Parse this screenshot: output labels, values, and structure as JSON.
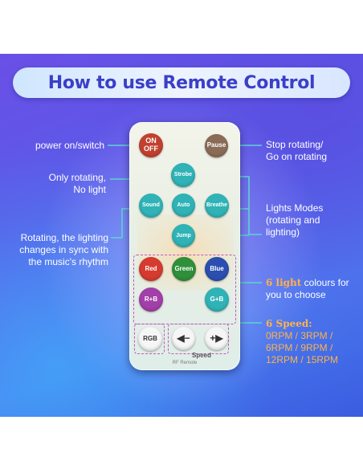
{
  "title": "How to use Remote Control",
  "remote": {
    "buttons": {
      "on_off_line1": "ON",
      "on_off_line2": "OFF",
      "pause": "Pause",
      "strobe": "Strobe",
      "sound": "Sound",
      "auto": "Auto",
      "breathe": "Breathe",
      "jump": "Jump",
      "red": "Red",
      "green": "Green",
      "blue": "Blue",
      "rb": "R+B",
      "gb": "G+B",
      "rgb": "RGB",
      "speed_down": "◀−",
      "speed_up": "+▶"
    },
    "speed_label": "Speed",
    "brand": "RF Remote"
  },
  "annotations": {
    "power": "power on/switch",
    "only_rotating_1": "Only rotating,",
    "only_rotating_2": "No light",
    "sound_1": "Rotating, the lighting",
    "sound_2": "changes in sync with",
    "sound_3": "the music's rhythm",
    "pause_1": "Stop rotating/",
    "pause_2": "Go on rotating",
    "modes_1": "Lights Modes",
    "modes_2": "(rotating and",
    "modes_3": "lighting)",
    "colours_highlight": "6 light",
    "colours_rest": " colours for",
    "colours_2": "you to choose",
    "speed_title": "6 Speed:",
    "speed_1": "0RPM / 3RPM /",
    "speed_2": "6RPM / 9RPM /",
    "speed_3": "12RPM / 15RPM"
  },
  "colors": {
    "title_text": "#3b3fc8",
    "teal_button": "#2fb3b6",
    "red_button": "#d63b2f",
    "green_button": "#2f8f3a",
    "blue_button": "#2b4fb0",
    "purple_button": "#a23fa8",
    "accent_orange": "#ffb347",
    "line_teal": "#5fd3d0"
  }
}
